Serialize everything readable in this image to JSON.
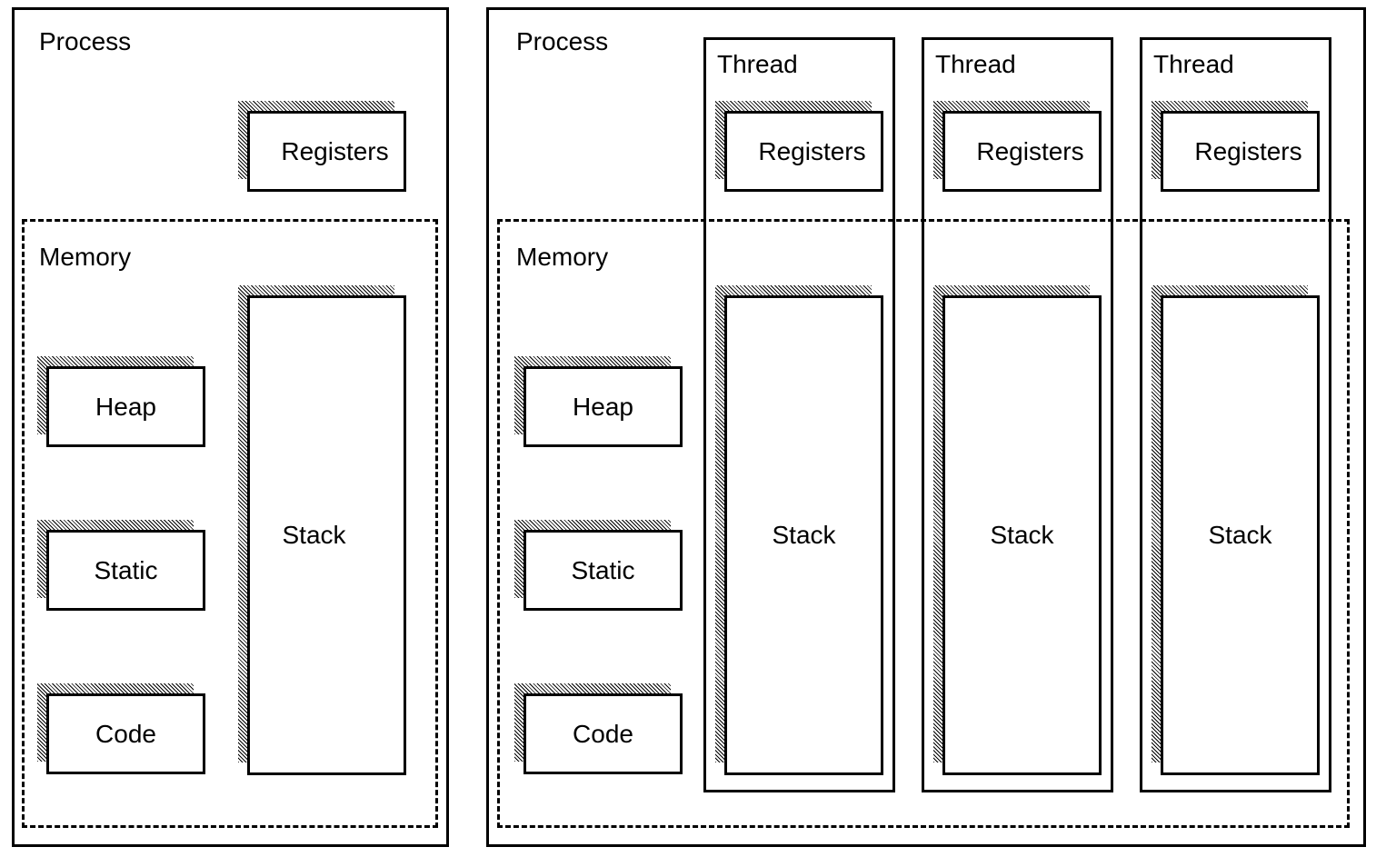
{
  "single_process": {
    "label": "Process",
    "registers": "Registers",
    "memory": {
      "label": "Memory",
      "heap": "Heap",
      "static": "Static",
      "code": "Code",
      "stack": "Stack"
    }
  },
  "multi_process": {
    "label": "Process",
    "memory": {
      "label": "Memory",
      "heap": "Heap",
      "static": "Static",
      "code": "Code"
    },
    "threads": [
      {
        "label": "Thread",
        "registers": "Registers",
        "stack": "Stack"
      },
      {
        "label": "Thread",
        "registers": "Registers",
        "stack": "Stack"
      },
      {
        "label": "Thread",
        "registers": "Registers",
        "stack": "Stack"
      }
    ]
  }
}
